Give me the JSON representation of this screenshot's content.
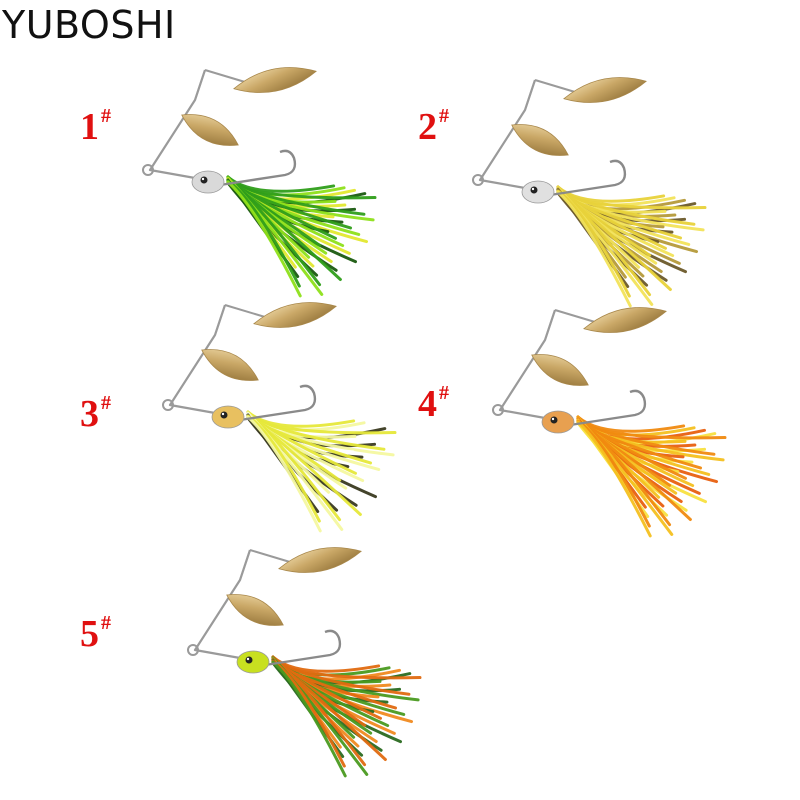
{
  "brand": "YUBOSHI",
  "colors": {
    "label": "#e01010",
    "blade": "#c9a766",
    "wire": "#9a9a9a"
  },
  "variants": [
    {
      "number": "1",
      "mark": "#",
      "skirt": [
        "#2f9e1a",
        "#8ee01a",
        "#e3e830",
        "#1a5a10"
      ],
      "head": "#d9d9d9"
    },
    {
      "number": "2",
      "mark": "#",
      "skirt": [
        "#e8d23a",
        "#f2e35a",
        "#b59a3a",
        "#6b5a2a"
      ],
      "head": "#e0e0e0"
    },
    {
      "number": "3",
      "mark": "#",
      "skirt": [
        "#e6e83a",
        "#f4f8a0",
        "#ffffff",
        "#3a3a20"
      ],
      "head": "#e8c060"
    },
    {
      "number": "4",
      "mark": "#",
      "skirt": [
        "#f08a10",
        "#f4c020",
        "#e86010",
        "#f8e040"
      ],
      "head": "#e8a050"
    },
    {
      "number": "5",
      "mark": "#",
      "skirt": [
        "#e06a10",
        "#4a9a20",
        "#f08a20",
        "#2a6a20"
      ],
      "head": "#c8e020"
    }
  ]
}
